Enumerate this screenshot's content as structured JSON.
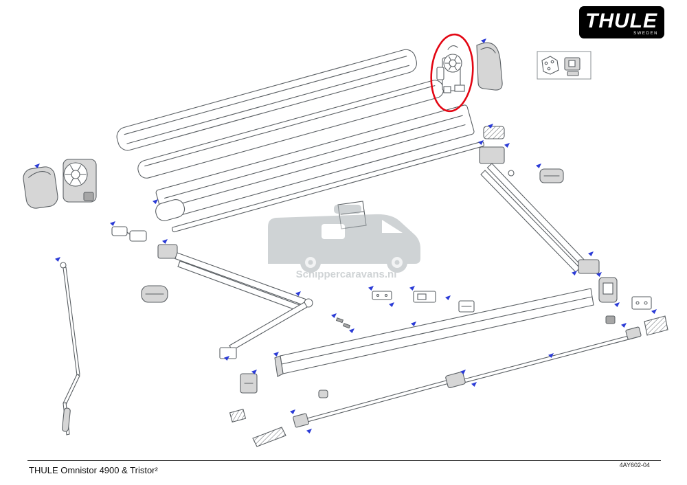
{
  "brand": {
    "name": "THULE",
    "country": "SWEDEN"
  },
  "watermark": {
    "text": "Schippercaravans.nl"
  },
  "footer": {
    "title": "THULE Omnistor 4900 & Tristor²",
    "drawing_code": "4AY602-04"
  },
  "colors": {
    "line": "#5a5f63",
    "fill": "#d6d6d6",
    "blue": "#2b3bd6",
    "red": "#e30613",
    "wm": "#a9b0b3",
    "logo-bg": "#000000",
    "logo-fg": "#ffffff"
  }
}
